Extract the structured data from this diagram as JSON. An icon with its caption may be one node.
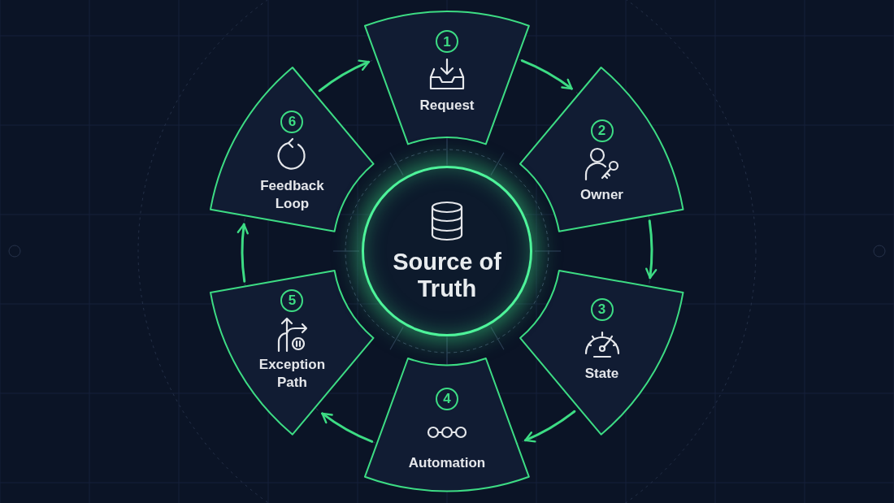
{
  "diagram": {
    "nodes": [
      {
        "text": [
          "Source of Truth"
        ]
      },
      {
        "text": [
          "1",
          "Request"
        ]
      },
      {
        "text": [
          "2",
          "Owner"
        ]
      },
      {
        "text": [
          "3",
          "State"
        ]
      },
      {
        "text": [
          "4",
          "Automation"
        ]
      },
      {
        "text": [
          "5",
          "Exception Path"
        ]
      },
      {
        "text": [
          "6",
          "Feedback Loop"
        ]
      }
    ],
    "edges": [
      {
        "from": 1,
        "to": 2,
        "arrow": "to"
      },
      {
        "from": 2,
        "to": 3,
        "arrow": "to"
      },
      {
        "from": 3,
        "to": 4,
        "arrow": "to"
      },
      {
        "from": 4,
        "to": 5,
        "arrow": "to"
      },
      {
        "from": 5,
        "to": 6,
        "arrow": "to"
      },
      {
        "from": 6,
        "to": 1,
        "arrow": "to"
      },
      {
        "from": 0,
        "to": 1,
        "arrow": "none",
        "color": "#2b3a52"
      },
      {
        "from": 0,
        "to": 4,
        "arrow": "none",
        "color": "#2b3a52"
      }
    ]
  }
}
